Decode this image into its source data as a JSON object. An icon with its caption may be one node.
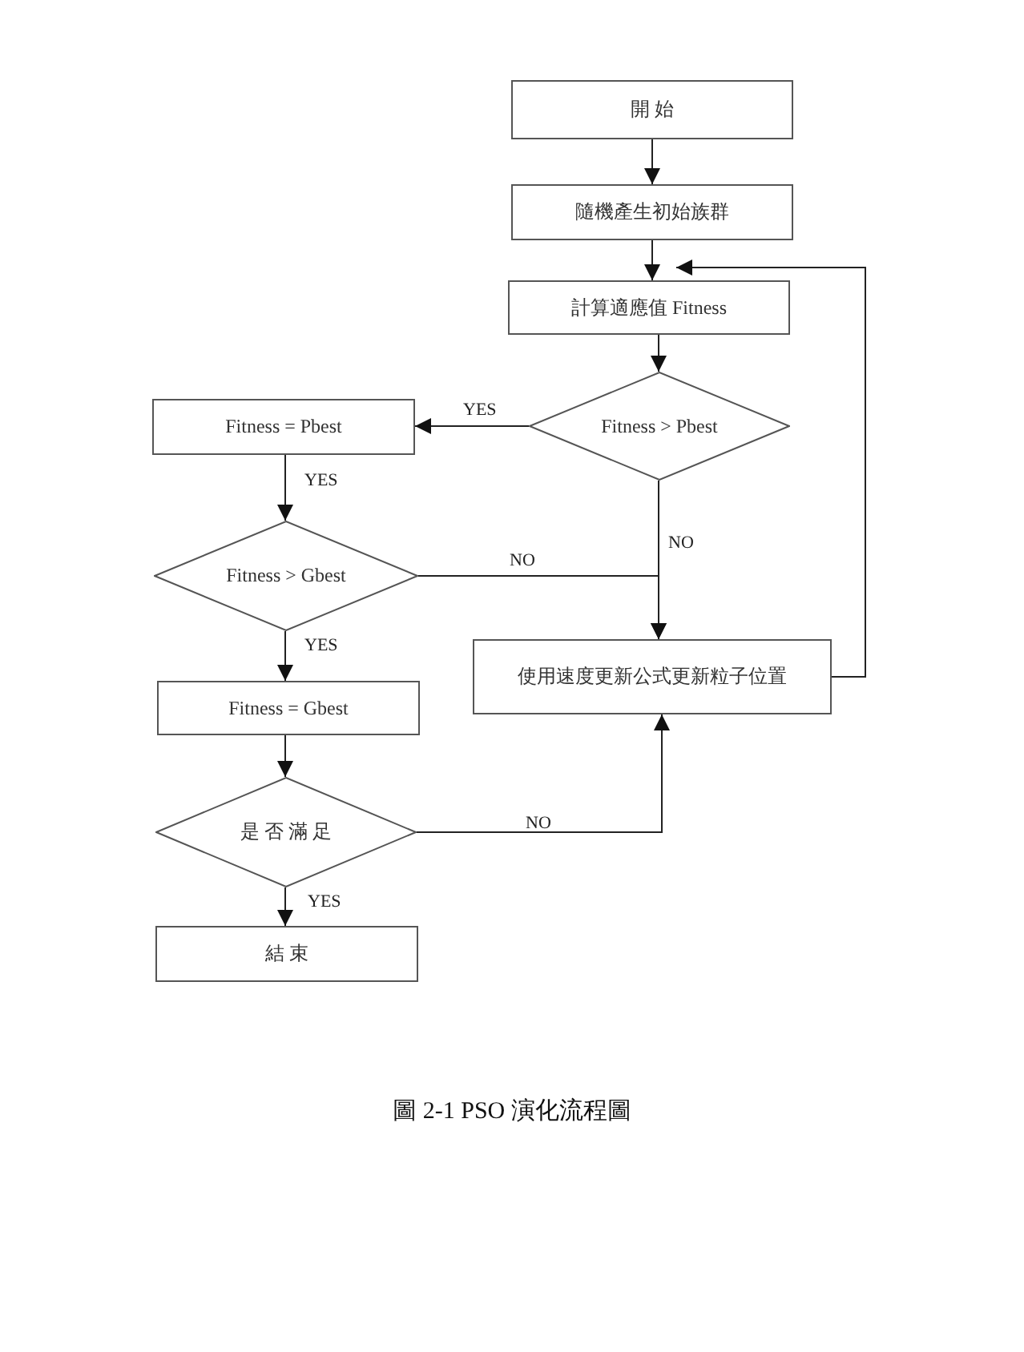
{
  "diagram": {
    "caption": "圖 2-1 PSO 演化流程圖",
    "nodes": [
      {
        "text": [
          "開 始"
        ]
      },
      {
        "text": [
          "隨機產生初始族群"
        ]
      },
      {
        "text": [
          "計算適應值 Fitness"
        ]
      },
      {
        "text": [
          "Fitness > Pbest"
        ]
      },
      {
        "text": [
          "Fitness = Pbest"
        ]
      },
      {
        "text": [
          "Fitness > Gbest"
        ]
      },
      {
        "text": [
          "使用速度更新公式更新粒子位置"
        ]
      },
      {
        "text": [
          "Fitness = Gbest"
        ]
      },
      {
        "text": [
          "是 否 滿 足"
        ]
      },
      {
        "text": [
          "結 束"
        ]
      }
    ],
    "edges": [
      {
        "from": 0,
        "to": 1,
        "arrow": "to"
      },
      {
        "from": 1,
        "to": 2,
        "arrow": "to"
      },
      {
        "from": 2,
        "to": 3,
        "arrow": "to"
      },
      {
        "from": 3,
        "to": 4,
        "arrow": "to",
        "label": "YES"
      },
      {
        "from": 4,
        "to": 5,
        "arrow": "to",
        "label": "YES"
      },
      {
        "from": 5,
        "to": 6,
        "arrow": "to",
        "label": "NO"
      },
      {
        "from": 3,
        "to": 6,
        "arrow": "to",
        "label": "NO"
      },
      {
        "from": 6,
        "to": 2,
        "arrow": "to"
      },
      {
        "from": 5,
        "to": 7,
        "arrow": "to",
        "label": "YES"
      },
      {
        "from": 7,
        "to": 8,
        "arrow": "to"
      },
      {
        "from": 8,
        "to": 6,
        "arrow": "to",
        "label": "NO"
      },
      {
        "from": 8,
        "to": 9,
        "arrow": "to",
        "label": "YES"
      }
    ]
  }
}
